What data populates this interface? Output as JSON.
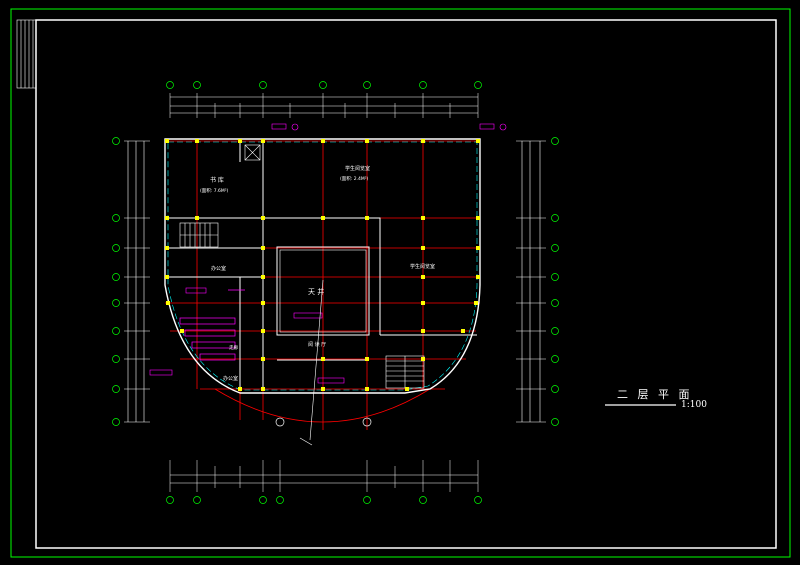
{
  "drawing": {
    "title": "二 层 平 面",
    "scale": "1:100"
  },
  "rooms": {
    "library": "书 库",
    "library_area": "(面积: 7.6M²)",
    "reading_room_top": "学生阅览室",
    "reading_room_top_area": "(面积: 2.4M²)",
    "reading_room_right": "学生阅览室",
    "office": "办公室",
    "atrium": "天 井",
    "hall": "阅 读 厅",
    "office_small": "办公室",
    "corridor": "走廊"
  },
  "colors": {
    "frame": "#ffffff",
    "outer_frame": "#00ff00",
    "dimension": "#ffffff",
    "grid_axis": "#00ff00",
    "column": "#ffff00",
    "wall": "#ffffff",
    "structure": "#ff0000",
    "window": "#00ffff",
    "annotation": "#ff00ff"
  }
}
